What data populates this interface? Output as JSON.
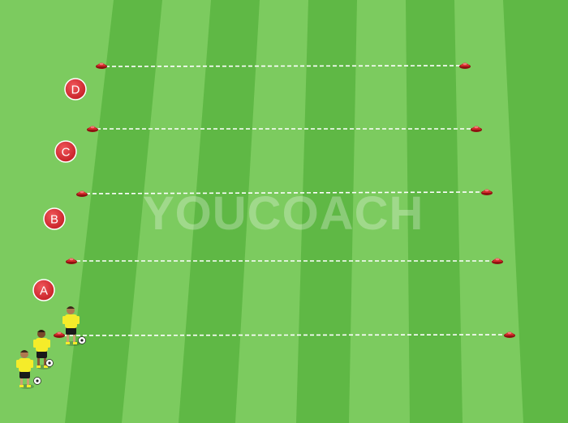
{
  "zones": [
    {
      "label": "A"
    },
    {
      "label": "B"
    },
    {
      "label": "C"
    },
    {
      "label": "D"
    }
  ],
  "watermark": {
    "text": "YOUCOACH"
  },
  "colors": {
    "grass_light": "#7ccb5f",
    "grass_dark": "#5fb845",
    "cone": "#d42a2a",
    "zone_marker": "#d8232a",
    "player_shirt": "#f5ec2a",
    "player_shorts": "#1a1a1a",
    "line": "#ffffff"
  },
  "players": [
    {
      "role": "player-with-ball"
    },
    {
      "role": "player-with-ball"
    },
    {
      "role": "player-with-ball"
    }
  ]
}
